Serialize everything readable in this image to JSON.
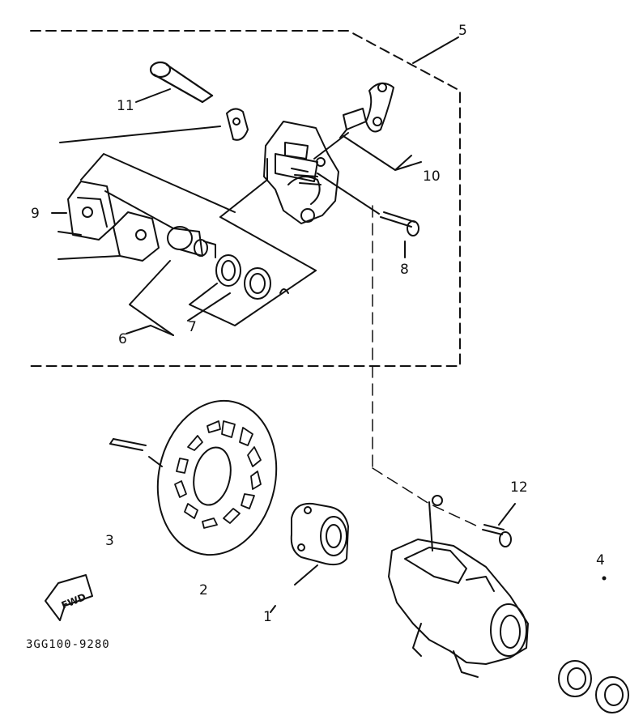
{
  "callouts": {
    "n1": "1",
    "n2": "2",
    "n3": "3",
    "n4": "4",
    "n5": "5",
    "n6": "6",
    "n7": "7",
    "n8": "8",
    "n9": "9",
    "n10": "10",
    "n11": "11",
    "n12": "12"
  },
  "fwd_arrow_text": "FWD",
  "diagram_code": "3GG100-9280"
}
